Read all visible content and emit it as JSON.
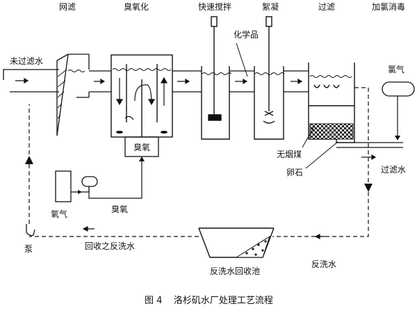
{
  "stages": {
    "screen": "网滤",
    "ozonation": "臭氧化",
    "rapid_mix": "快速搅拌",
    "flocculation": "絮凝",
    "filtration": "过滤",
    "chlorination": "加氯消毒"
  },
  "labels": {
    "raw_water": "未过滤水",
    "chemicals": "化学品",
    "chlorine_gas": "氯气",
    "ozone_tank": "臭氧",
    "anthracite": "无烟煤",
    "gravel": "卵石",
    "filtered_water": "过滤水",
    "oxygen": "氧气",
    "ozone_line": "臭氧",
    "pump": "泵",
    "recycled_backwash": "回收之反洗水",
    "backwash_basin": "反洗水回收池",
    "backwash_water": "反洗水"
  },
  "caption": "图 4    洛杉矶水厂处理工艺流程"
}
